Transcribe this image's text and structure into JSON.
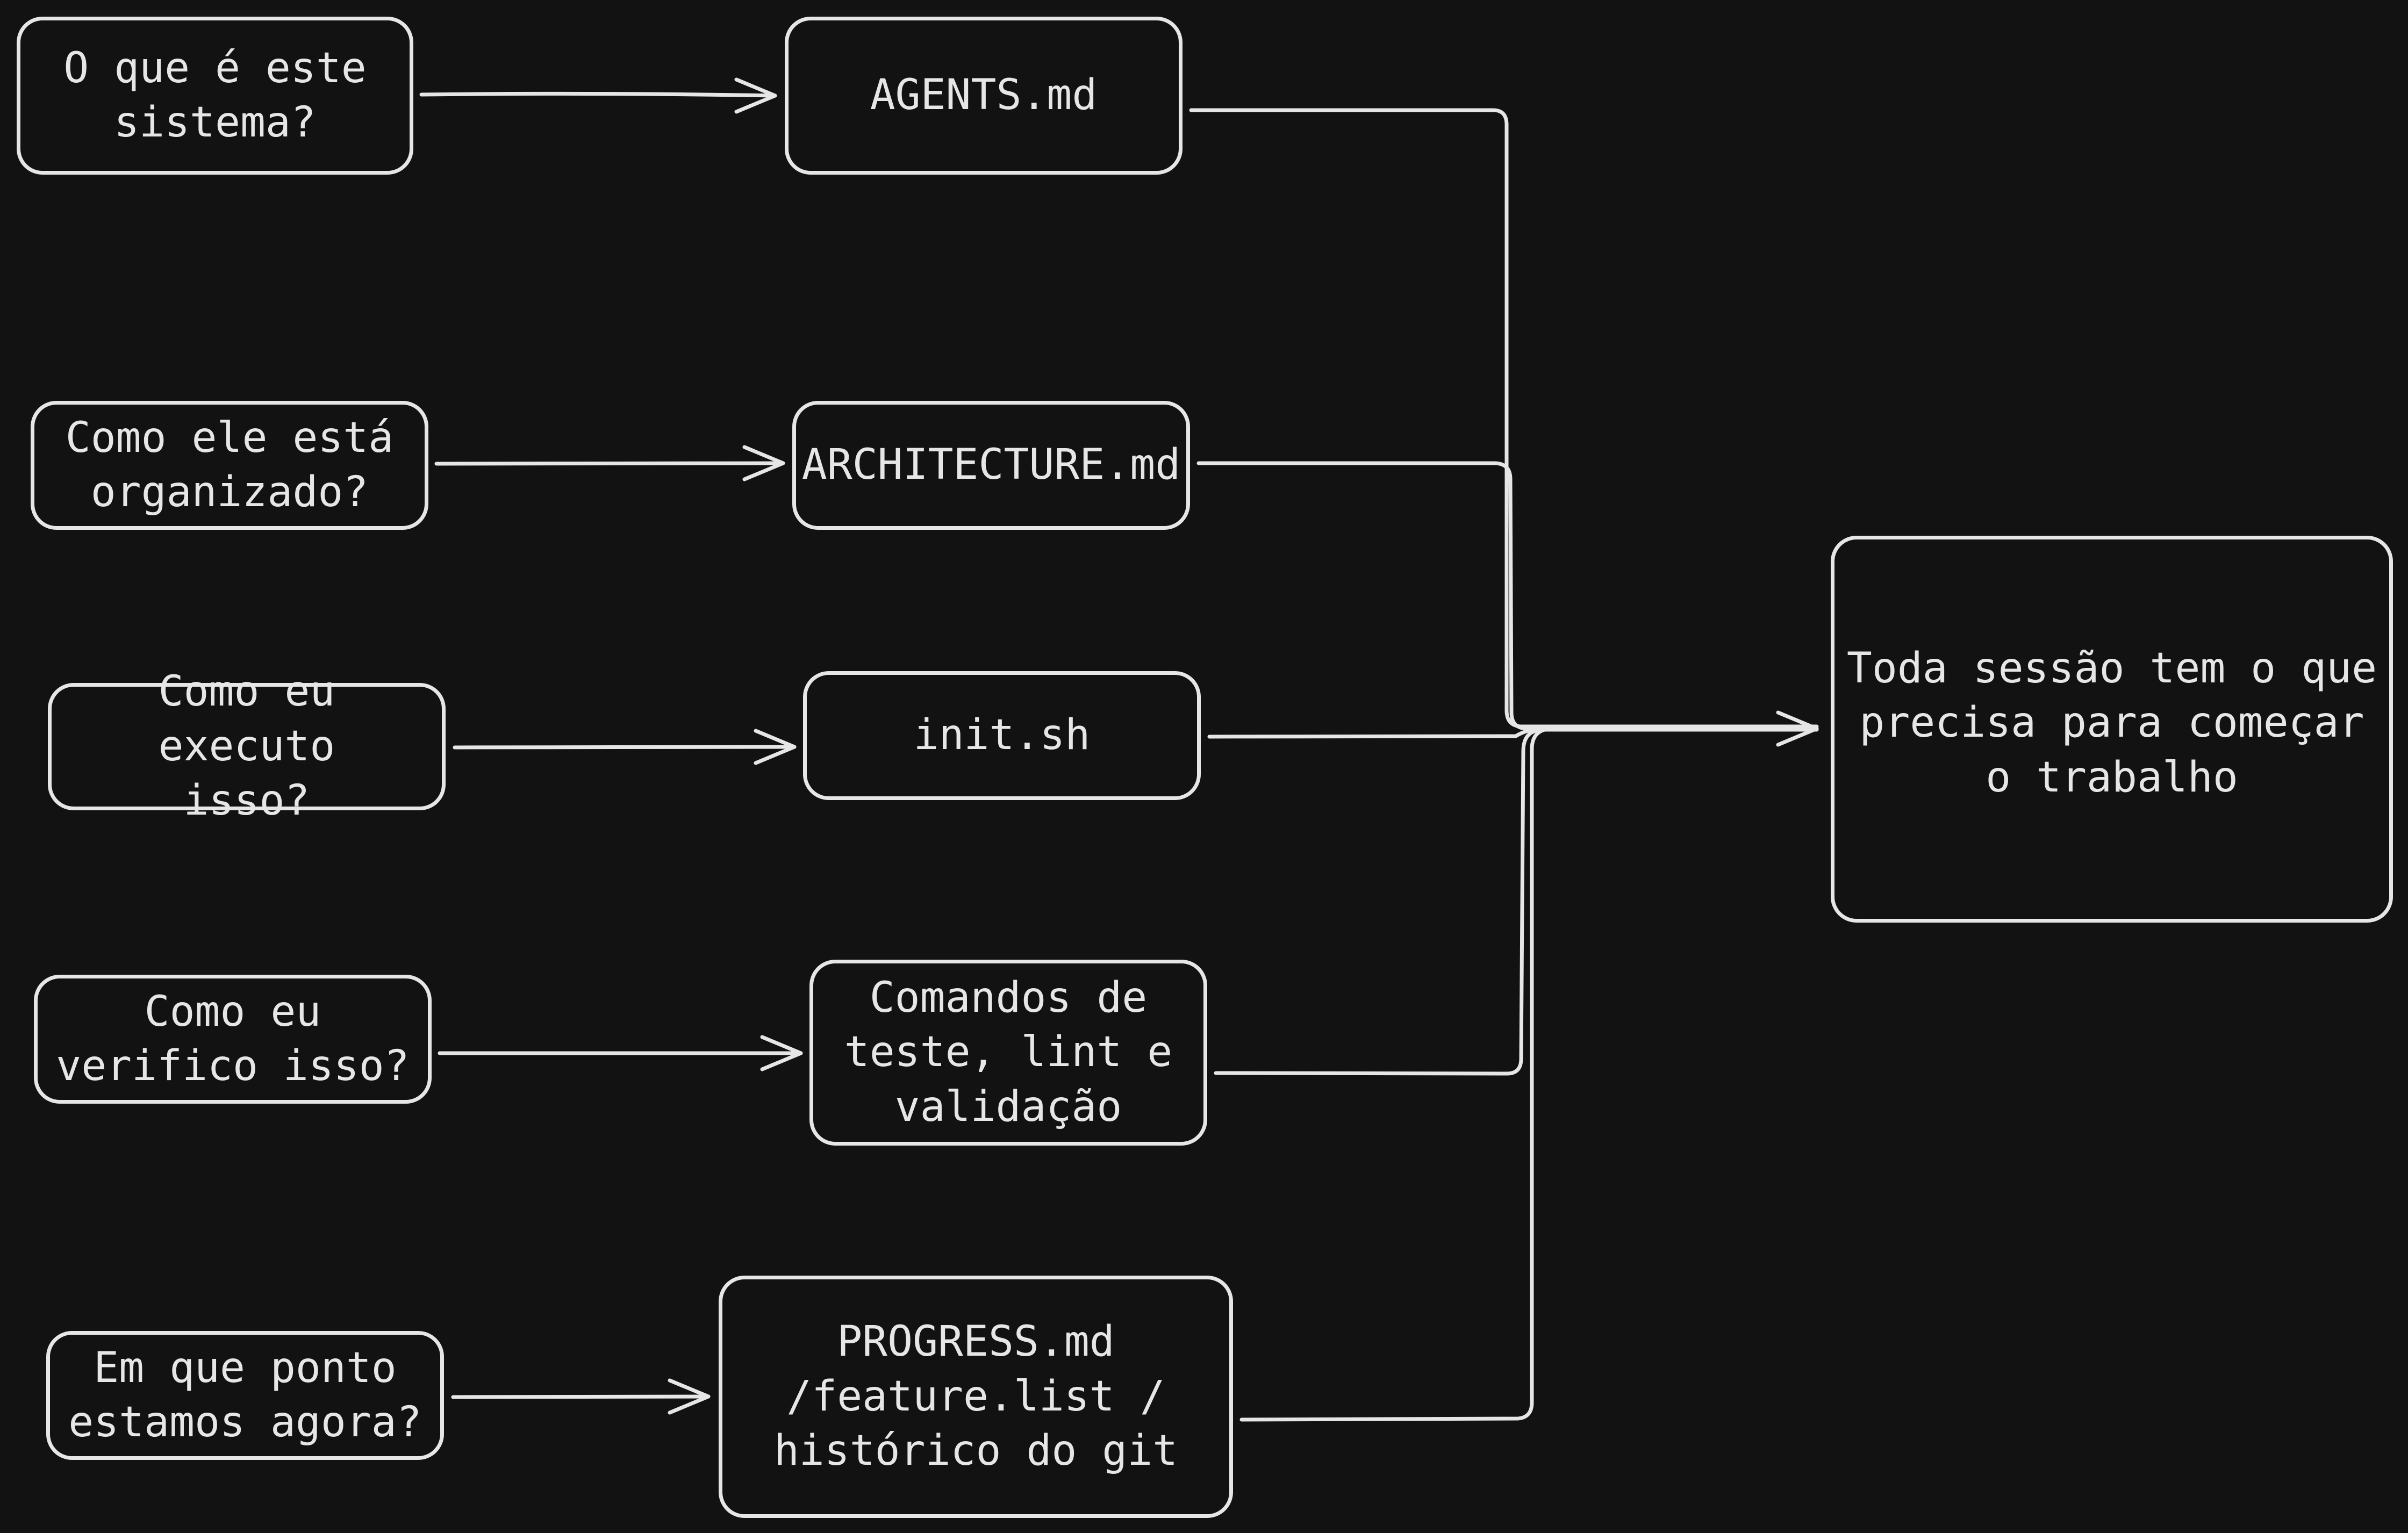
{
  "colors": {
    "background": "#121212",
    "stroke": "#e6e6e6",
    "text": "#e6e6e6"
  },
  "questions": [
    {
      "id": "q1",
      "text": "O que é este\nsistema?"
    },
    {
      "id": "q2",
      "text": "Como ele está\norganizado?"
    },
    {
      "id": "q3",
      "text": "Como eu executo\nisso?"
    },
    {
      "id": "q4",
      "text": "Como eu\nverifico isso?"
    },
    {
      "id": "q5",
      "text": "Em que ponto\nestamos agora?"
    }
  ],
  "artifacts": [
    {
      "id": "a1",
      "text": "AGENTS.md"
    },
    {
      "id": "a2",
      "text": "ARCHITECTURE.md"
    },
    {
      "id": "a3",
      "text": "init.sh"
    },
    {
      "id": "a4",
      "text": "Comandos de\nteste, lint e\nvalidação"
    },
    {
      "id": "a5",
      "text": "PROGRESS.md\n/feature.list /\nhistórico do git"
    }
  ],
  "result": {
    "id": "r1",
    "text": "Toda sessão tem o que\nprecisa para começar\no trabalho"
  },
  "edges": [
    {
      "from": "q1",
      "to": "a1"
    },
    {
      "from": "q2",
      "to": "a2"
    },
    {
      "from": "q3",
      "to": "a3"
    },
    {
      "from": "q4",
      "to": "a4"
    },
    {
      "from": "q5",
      "to": "a5"
    },
    {
      "from": "a1",
      "to": "r1"
    },
    {
      "from": "a2",
      "to": "r1"
    },
    {
      "from": "a3",
      "to": "r1"
    },
    {
      "from": "a4",
      "to": "r1"
    },
    {
      "from": "a5",
      "to": "r1"
    }
  ]
}
